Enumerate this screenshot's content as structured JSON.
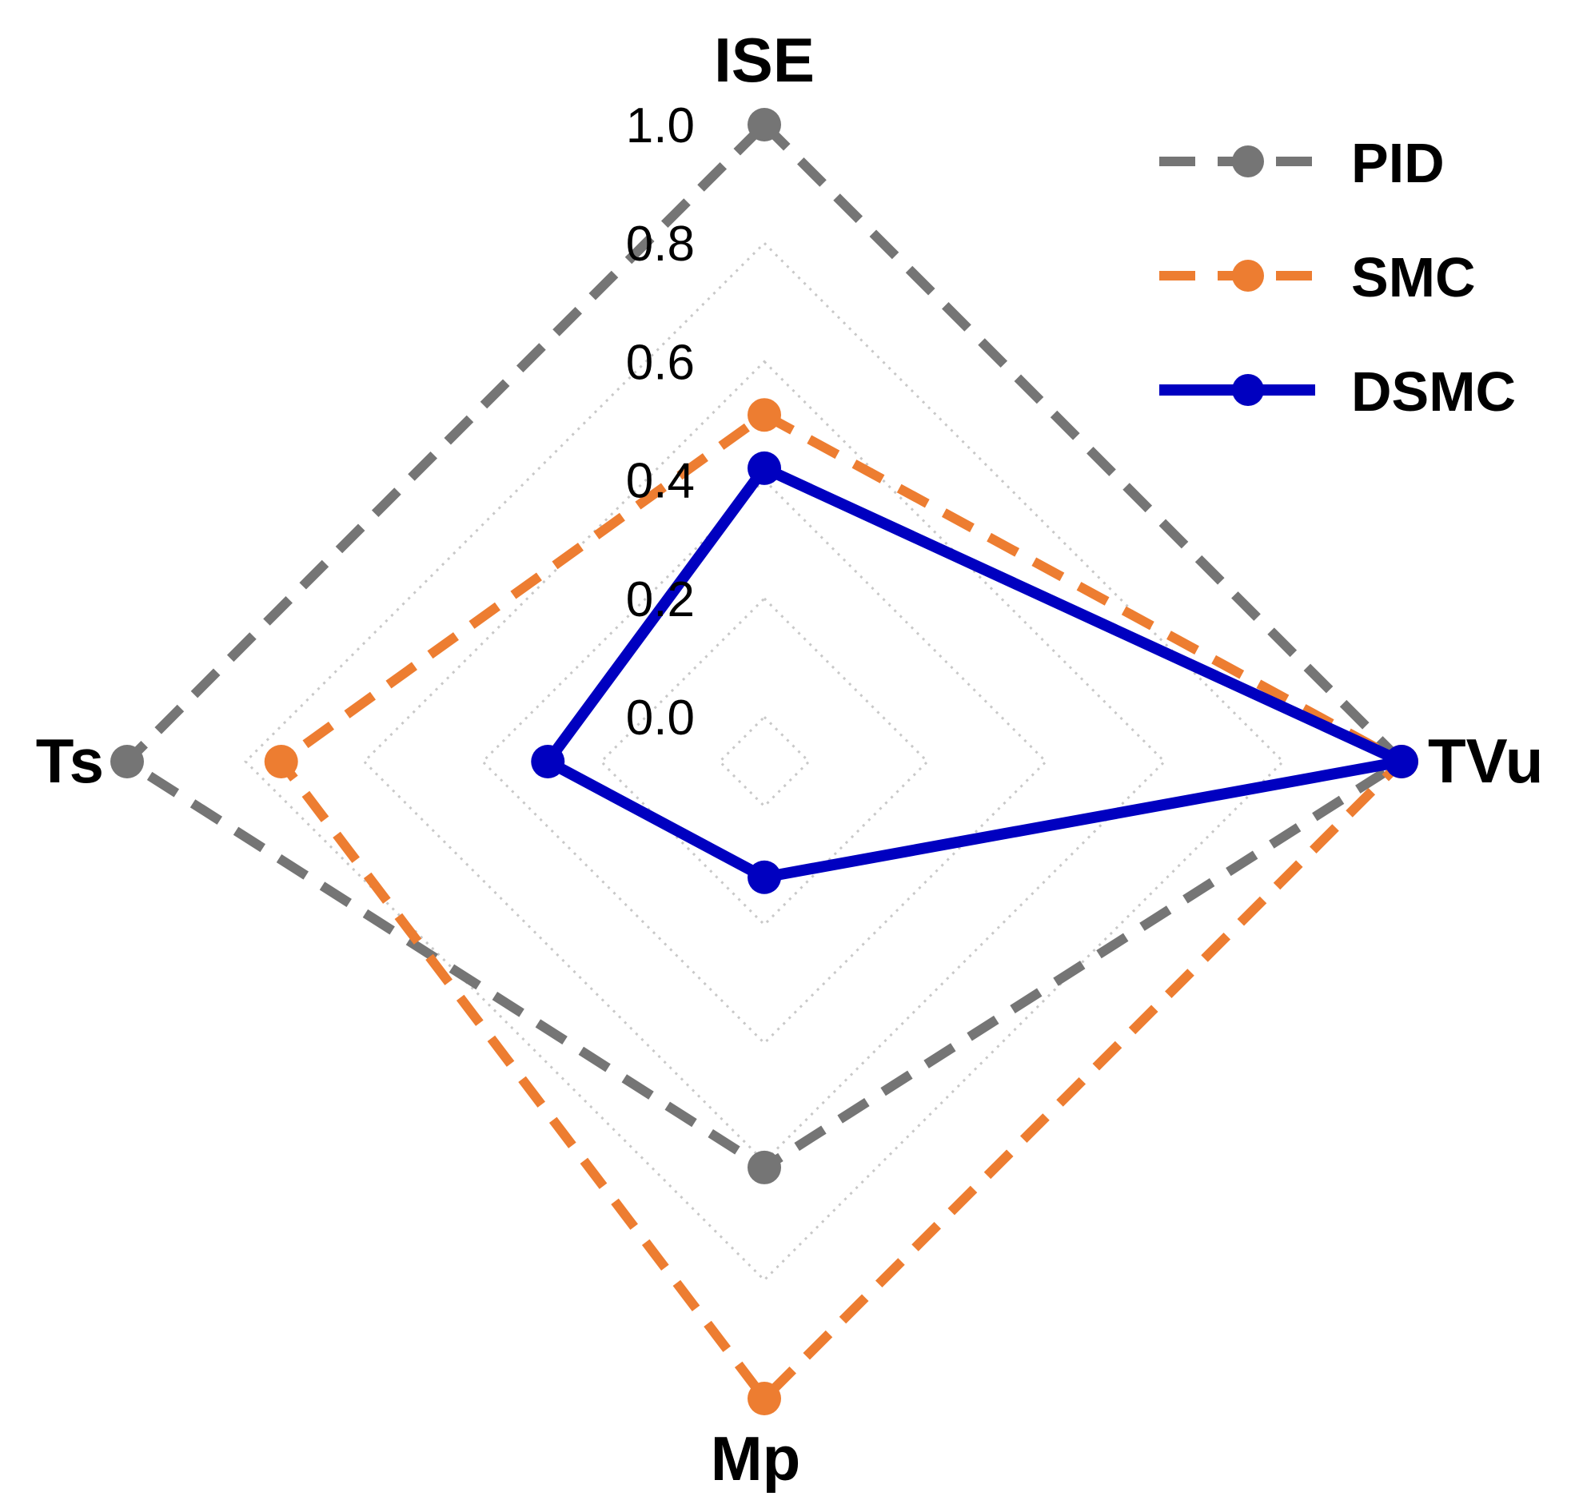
{
  "chart_data": {
    "type": "radar",
    "axes": [
      "ISE",
      "TVu",
      "Mp",
      "Ts"
    ],
    "rlim": [
      0,
      1
    ],
    "ticks": [
      "0.0",
      "0.2",
      "0.4",
      "0.6",
      "0.8",
      "1.0"
    ],
    "tick_values": [
      0,
      0.2,
      0.4,
      0.6,
      0.8,
      1.0
    ],
    "grid": true,
    "legend_position": "top-right",
    "series": [
      {
        "name": "PID",
        "values": [
          1.0,
          1.0,
          0.61,
          1.0
        ],
        "color": "#757575",
        "style": "dashed"
      },
      {
        "name": "SMC",
        "values": [
          0.51,
          1.0,
          1.0,
          0.74
        ],
        "color": "#ED7D31",
        "style": "dashed"
      },
      {
        "name": "DSMC",
        "values": [
          0.42,
          1.0,
          0.12,
          0.29
        ],
        "color": "#0000C0",
        "style": "solid"
      }
    ]
  }
}
